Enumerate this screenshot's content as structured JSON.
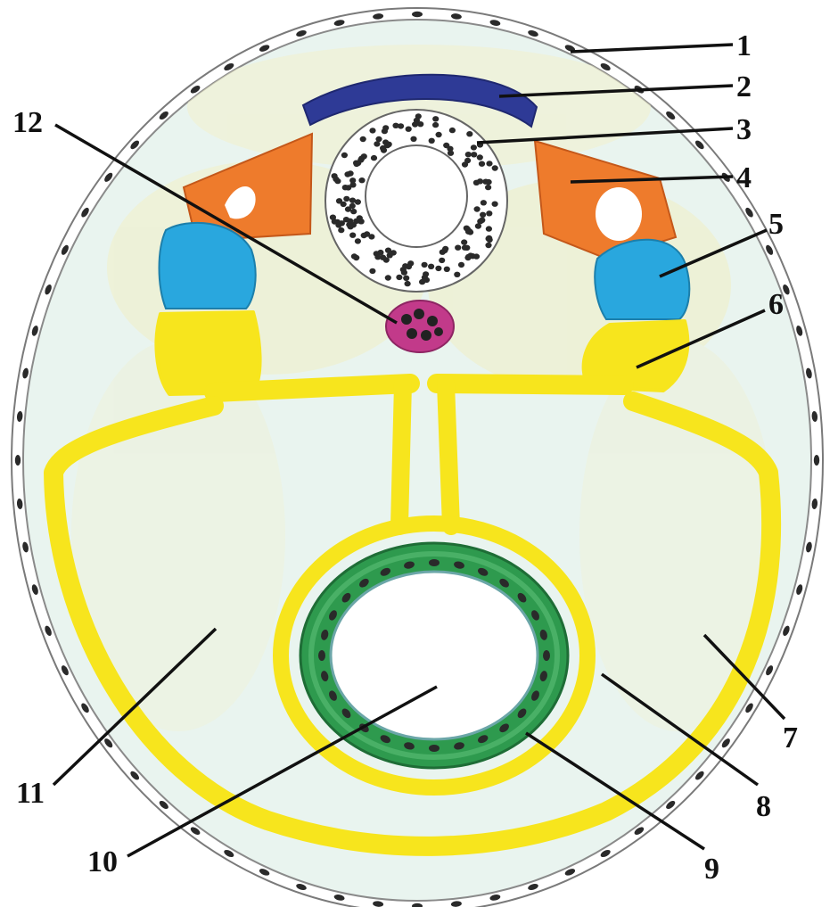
{
  "labels": [
    {
      "id": 1,
      "text": "1"
    },
    {
      "id": 2,
      "text": "2"
    },
    {
      "id": 3,
      "text": "3"
    },
    {
      "id": 4,
      "text": "4"
    },
    {
      "id": 5,
      "text": "5"
    },
    {
      "id": 6,
      "text": "6"
    },
    {
      "id": 7,
      "text": "7"
    },
    {
      "id": 8,
      "text": "8"
    },
    {
      "id": 9,
      "text": "9"
    },
    {
      "id": 10,
      "text": "10"
    },
    {
      "id": 11,
      "text": "11"
    },
    {
      "id": 12,
      "text": "12"
    }
  ],
  "colors": {
    "body_fill": "#e8f3ef",
    "outline": "#6f6f6f",
    "dots": "#2a2a2a",
    "dorsal_vessel": "#2e3a96",
    "neural_tube_fill": "#ffffff",
    "sclerotome": "#ee7b2c",
    "blue_segment": "#29a7de",
    "yellow_tissue": "#f7e51d",
    "gut_green": "#2e9a4e",
    "notochord": "#c23a8a",
    "label_text": "#111111"
  }
}
